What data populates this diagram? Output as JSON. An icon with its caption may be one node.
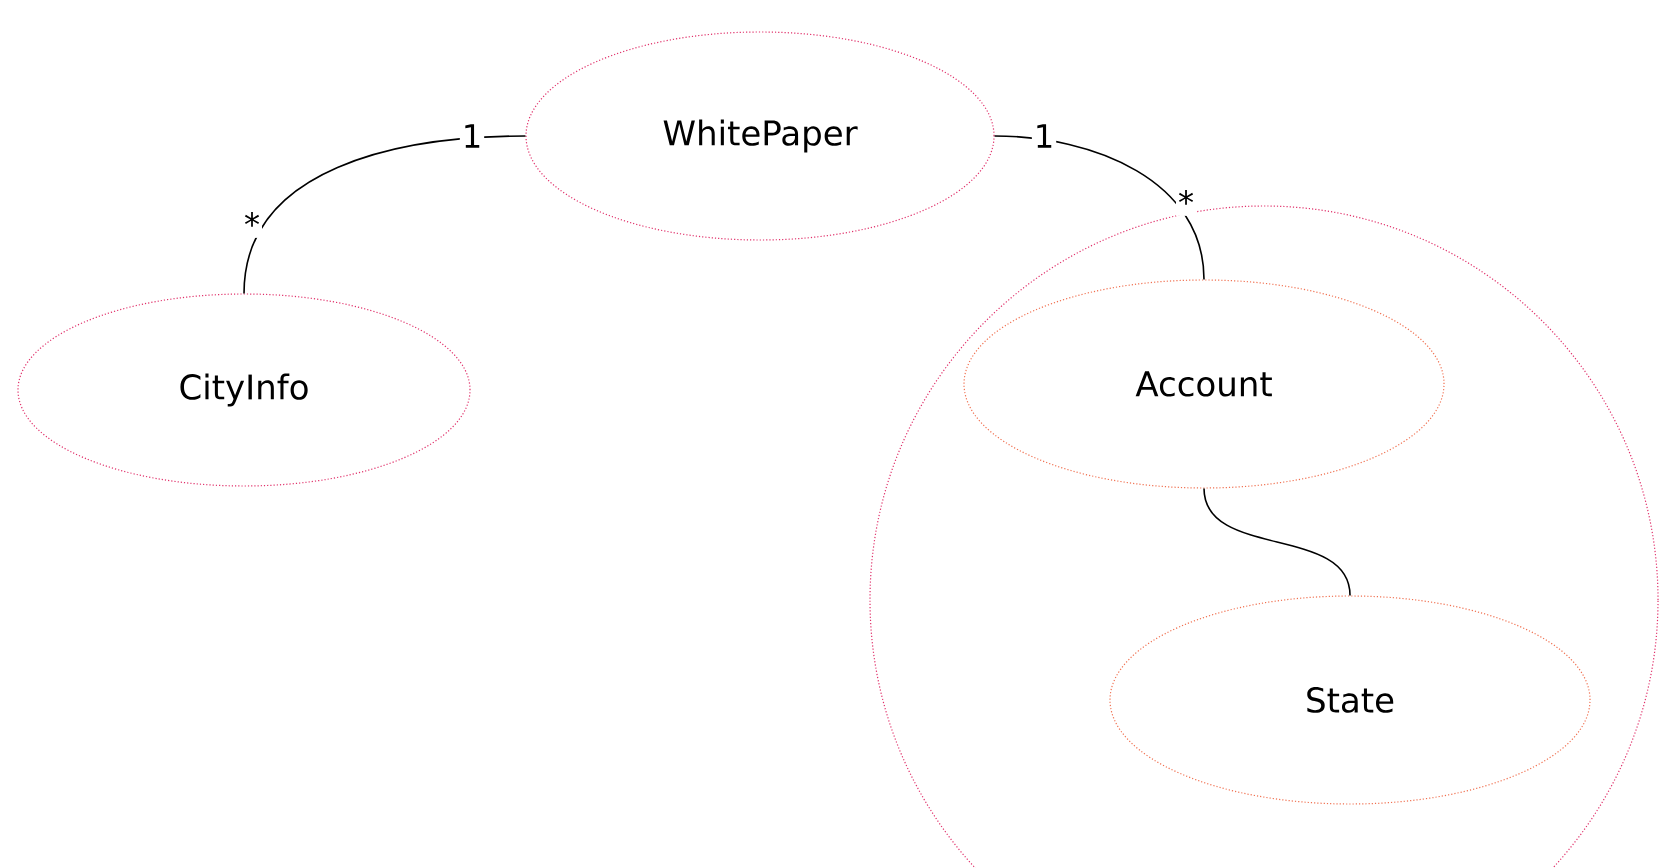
{
  "diagram": {
    "nodes": [
      {
        "text": [
          "WhitePaper"
        ]
      },
      {
        "text": [
          "CityInfo"
        ]
      },
      {
        "text": [],
        "shape": "circle"
      },
      {
        "text": [
          "Account"
        ],
        "in": 2
      },
      {
        "text": [
          "State"
        ],
        "in": 2
      }
    ],
    "edges": [
      {
        "from": 0,
        "to": 1,
        "arrow": "none"
      },
      {
        "from": 0,
        "to": 3,
        "arrow": "none"
      },
      {
        "from": 3,
        "to": 4,
        "arrow": "none"
      }
    ],
    "labels": [
      "1",
      "*",
      "1",
      "*"
    ]
  }
}
